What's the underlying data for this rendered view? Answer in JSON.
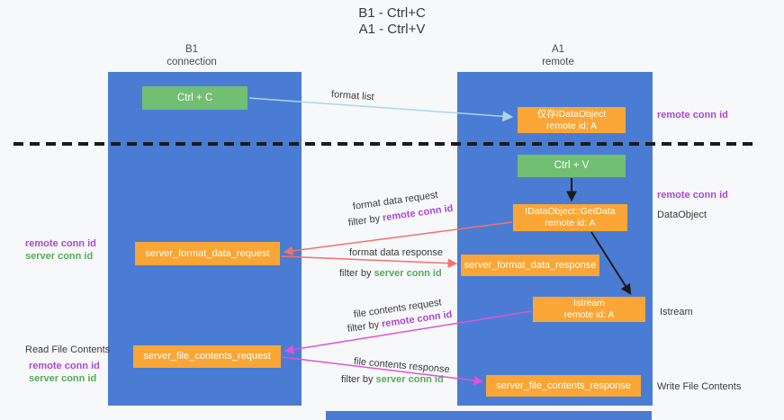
{
  "title": {
    "line1": "B1 - Ctrl+C",
    "line2": "A1 - Ctrl+V"
  },
  "lanes": {
    "left": {
      "name": "B1",
      "role": "connection"
    },
    "right": {
      "name": "A1",
      "role": "remote"
    }
  },
  "nodes": {
    "ctrl_c": {
      "label": "Ctrl + C"
    },
    "ctrl_v": {
      "label": "Ctrl + V"
    },
    "idataobject_cache": {
      "line1": "仅存IDataObject",
      "line2": "remote id: A"
    },
    "getdata": {
      "line1": "IDataObject::GetData",
      "line2": "remote id: A"
    },
    "istream": {
      "line1": "Istream",
      "line2": "remote id: A"
    },
    "server_format_data_request": {
      "label": "server_format_data_request"
    },
    "server_format_data_response": {
      "label": "server_format_data_response"
    },
    "server_file_contents_request": {
      "label": "server_file_contents_request"
    },
    "server_file_contents_response": {
      "label": "server_file_contents_response"
    }
  },
  "arrow_labels": {
    "format_list": "format list",
    "format_data_request": "format data request",
    "format_data_response": "format data response",
    "file_contents_request": "file contents request",
    "file_contents_response": "file contents response",
    "filter_by": "filter by ",
    "remote_conn_id": "remote conn id",
    "server_conn_id": "server conn id"
  },
  "side_labels": {
    "remote_conn_id": "remote conn id",
    "server_conn_id": "server conn id",
    "dataobject": "DataObject",
    "istream": "Istream",
    "read_file_contents": "Read File Contents",
    "write_file_contents": "Write File Contents"
  },
  "colors": {
    "lane_blue": "#4a7cd3",
    "node_green": "#71bf73",
    "node_orange": "#f9a636",
    "accent_purple": "#ab47d5",
    "accent_green": "#55ab5a",
    "arrow_blue": "#a9d6ee",
    "arrow_red": "#f4716a",
    "arrow_magenta": "#e052d8",
    "arrow_black": "#1b1b1b"
  }
}
